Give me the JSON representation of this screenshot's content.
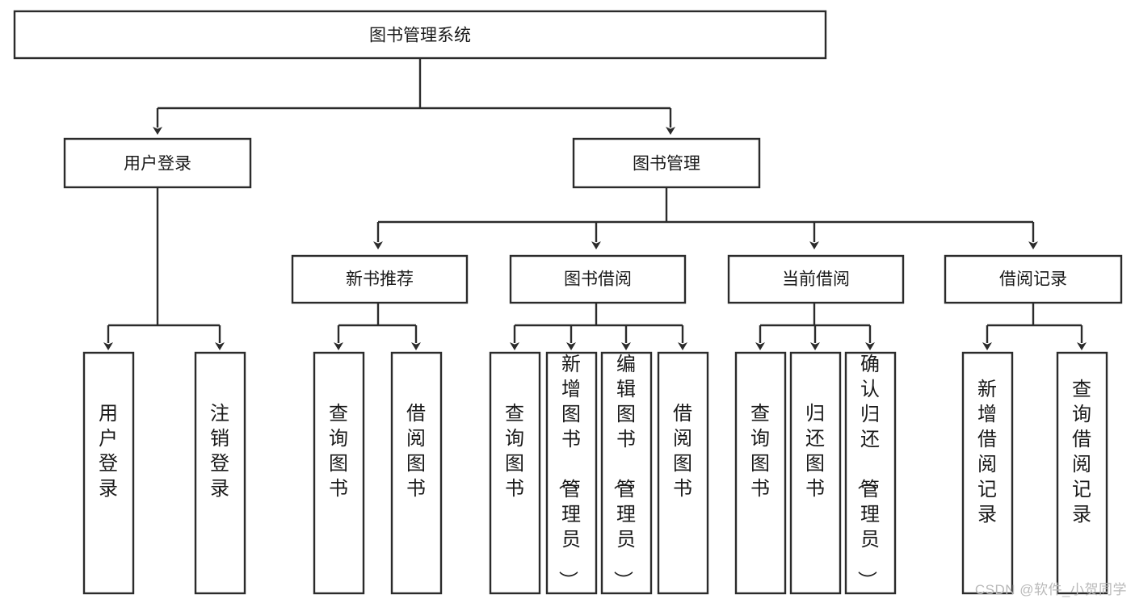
{
  "diagram": {
    "type": "tree-hierarchy",
    "title": "图书管理系统",
    "watermark": "CSDN @软件_小贺同学",
    "colors": {
      "box_stroke": "#2b2b2b",
      "box_fill": "#ffffff",
      "connector": "#2b2b2b",
      "text": "#1a1a1a",
      "watermark": "#b9b9b9"
    },
    "levels": {
      "root": {
        "label": "图书管理系统"
      },
      "level2": [
        {
          "label": "用户登录"
        },
        {
          "label": "图书管理"
        }
      ],
      "level3": [
        {
          "label": "新书推荐"
        },
        {
          "label": "图书借阅"
        },
        {
          "label": "当前借阅"
        },
        {
          "label": "借阅记录"
        }
      ],
      "leaves": {
        "user_login": [
          {
            "label": "用户登录"
          },
          {
            "label": "注销登录"
          }
        ],
        "new_book_recommend": [
          {
            "label": "查询图书"
          },
          {
            "label": "借阅图书"
          }
        ],
        "book_borrow": [
          {
            "label": "查询图书"
          },
          {
            "label": "新增图书（管理员）"
          },
          {
            "label": "编辑图书（管理员）"
          },
          {
            "label": "借阅图书"
          }
        ],
        "current_borrow": [
          {
            "label": "查询图书"
          },
          {
            "label": "归还图书"
          },
          {
            "label": "确认归还（管理员）"
          }
        ],
        "borrow_record": [
          {
            "label": "新增借阅记录"
          },
          {
            "label": "查询借阅记录"
          }
        ]
      }
    }
  }
}
